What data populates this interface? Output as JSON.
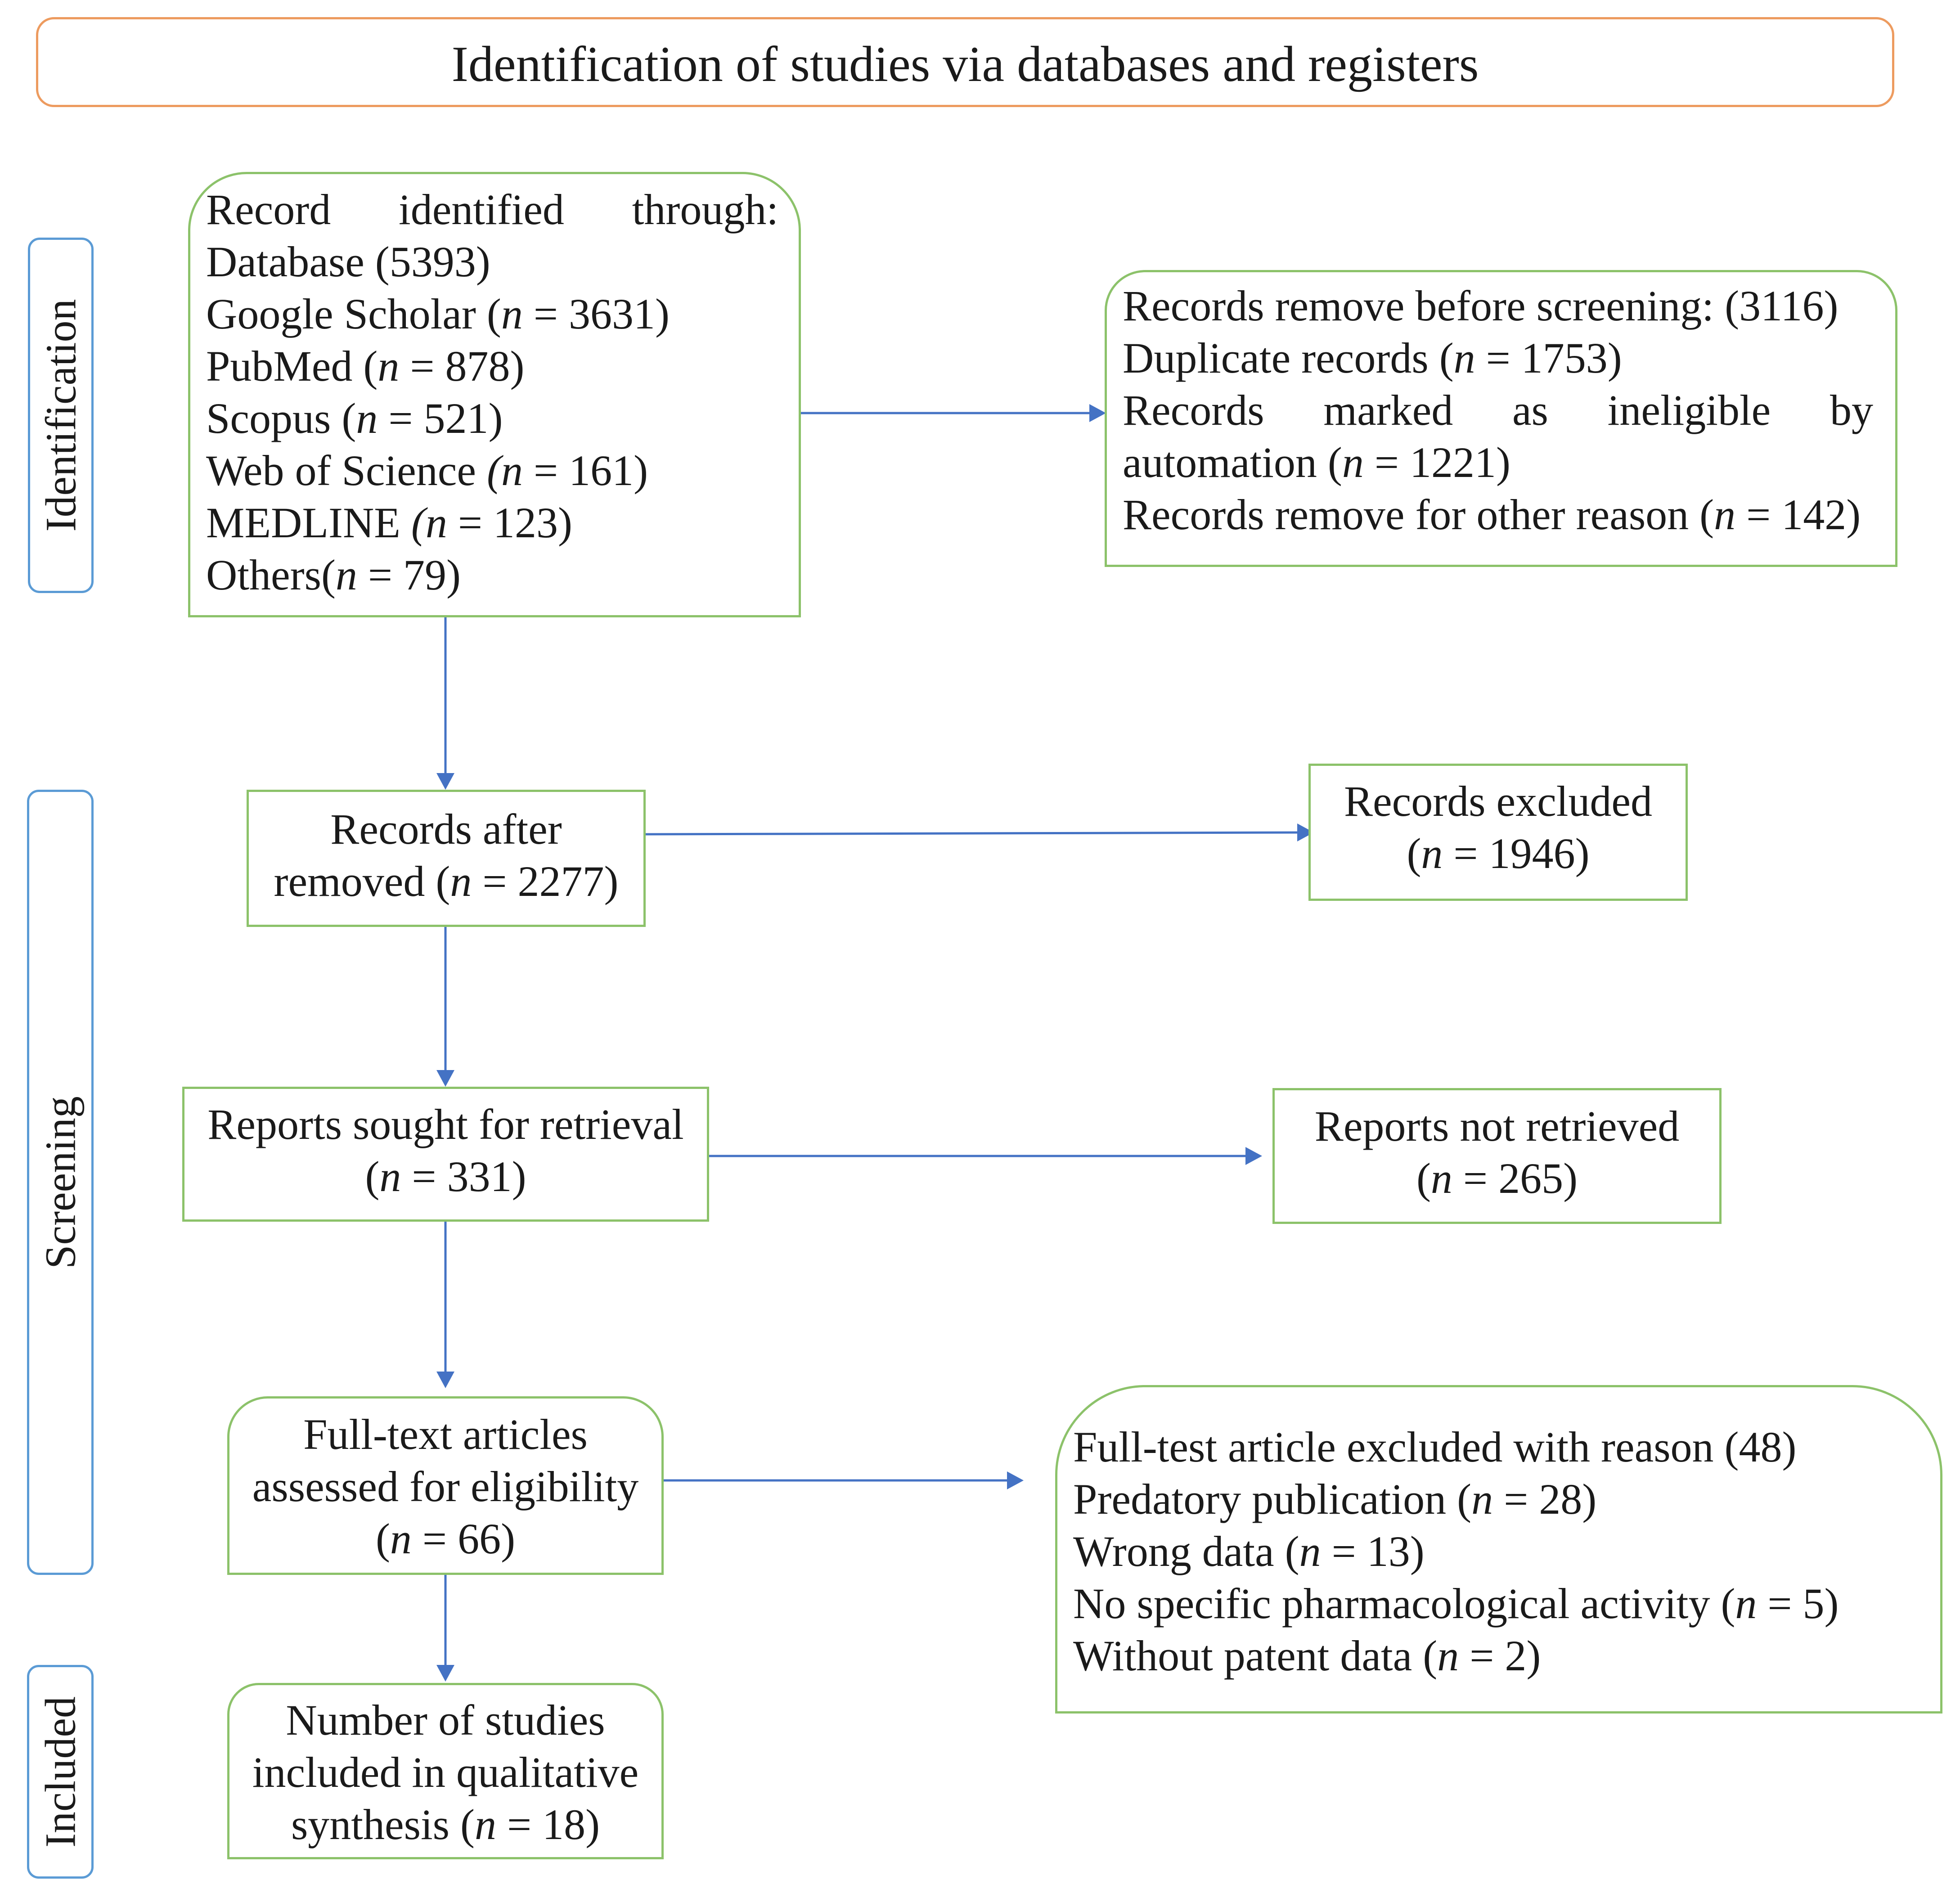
{
  "title": "Identification of studies via databases and registers",
  "phases": {
    "identification": "Identification",
    "screening": "Screening",
    "included": "Included"
  },
  "identified": {
    "line1": "Record identified through:",
    "line2": "Database (5393)",
    "sources": [
      {
        "name": "Google Scholar ",
        "n": "3631"
      },
      {
        "name": "PubMed ",
        "n": "878"
      },
      {
        "name": "Scopus ",
        "n": "521"
      },
      {
        "name": "Web of Science ",
        "n": "161"
      },
      {
        "name": "MEDLINE ",
        "n": "123"
      },
      {
        "name": "Others",
        "n": "79"
      }
    ]
  },
  "removed_before": {
    "line1": "Records remove before screening: (3116)",
    "duplicate": {
      "name": "Duplicate records ",
      "n": "1753"
    },
    "automation_line1": "Records marked as ineligible by",
    "automation": {
      "name": "automation ",
      "n": "1221"
    },
    "other": {
      "name": "Records remove for other reason ",
      "n": "142"
    }
  },
  "after_removed": {
    "line1": "Records after",
    "line2": "removed ",
    "n": "2277"
  },
  "excluded": {
    "line1": "Records excluded",
    "n": "1946"
  },
  "sought": {
    "line1": "Reports sought for retrieval",
    "n": "331"
  },
  "not_retrieved": {
    "line1": "Reports not retrieved",
    "n": "265"
  },
  "fulltext": {
    "line1": "Full-text articles",
    "line2": "assessed for eligibility",
    "n": "66"
  },
  "fulltext_excluded": {
    "line1": "Full-test article excluded with reason (48)",
    "reasons": [
      {
        "name": "Predatory publication ",
        "n": "28"
      },
      {
        "name": "Wrong data ",
        "n": "13"
      },
      {
        "name": "No specific pharmacological activity ",
        "n": "5"
      },
      {
        "name": "Without patent data ",
        "n": "2"
      }
    ]
  },
  "included_studies": {
    "line1": "Number of studies",
    "line2": "included in qualitative",
    "line3": "synthesis ",
    "n": "18"
  },
  "colors": {
    "box_border": "#8cc26a",
    "title_border": "#ed9b5f",
    "arrow": "#4472c4",
    "phase_border": "#5b9bd5"
  }
}
